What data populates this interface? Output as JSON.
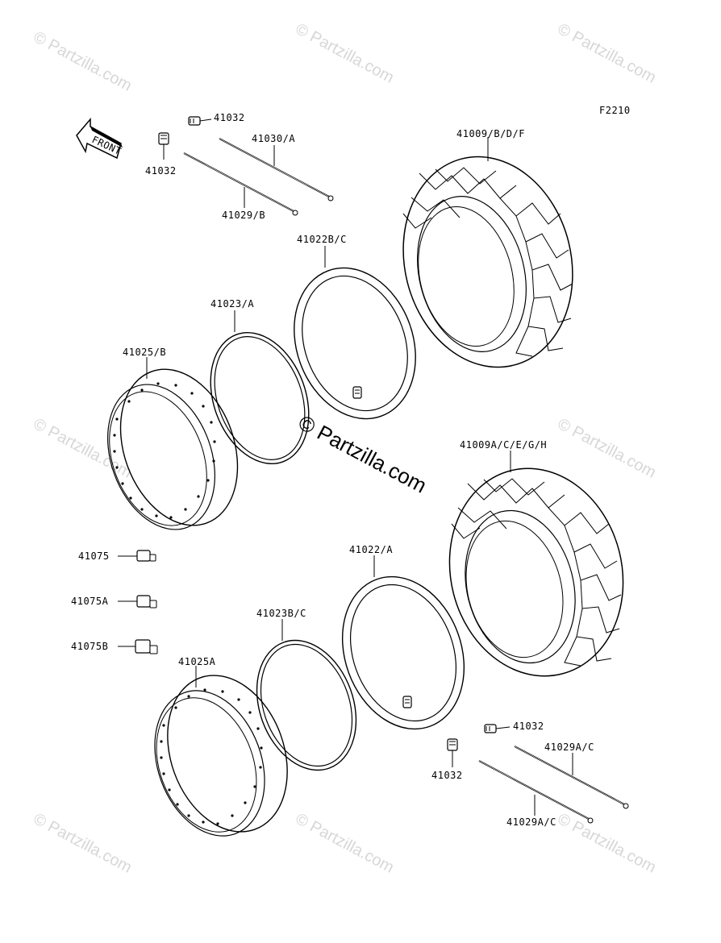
{
  "diagram": {
    "code": "F2210",
    "front_label": "FRONT",
    "watermark": "© Partzilla.com",
    "center_watermark": "© Partzilla.com",
    "labels": {
      "valve_top_a": "41032",
      "valve_top_b": "41032",
      "spoke_30": "41030/A",
      "spoke_29b": "41029/B",
      "tire_rear": "41009/B/D/F",
      "tube_rear": "41022B/C",
      "rimband_rear": "41023/A",
      "rim_rear": "41025/B",
      "tire_front": "41009A/C/E/G/H",
      "nipple_1": "41075",
      "nipple_2": "41075A",
      "nipple_3": "41075B",
      "tube_front": "41022/A",
      "rimband_front": "41023B/C",
      "rim_front": "41025A",
      "valve_bot_a": "41032",
      "valve_bot_b": "41032",
      "spoke_29ac_a": "41029A/C",
      "spoke_29ac_b": "41029A/C"
    }
  }
}
